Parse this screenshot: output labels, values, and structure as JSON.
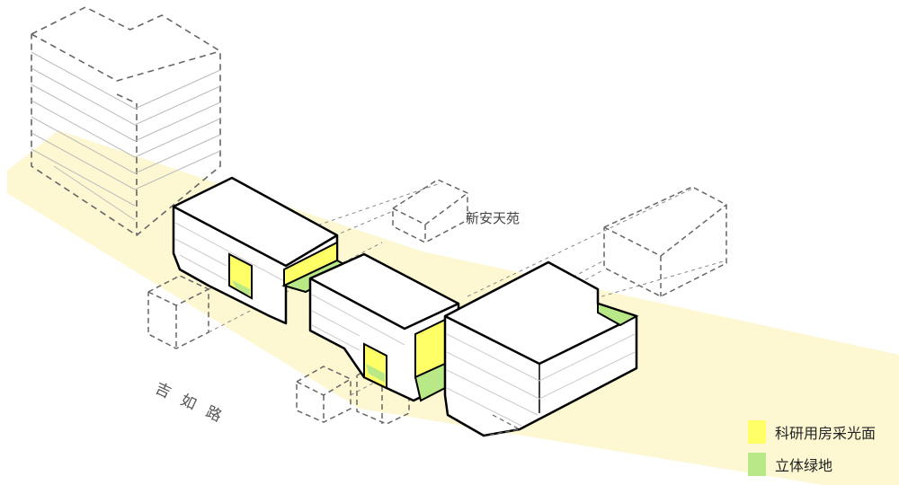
{
  "labels": {
    "road": "吉如路",
    "neighbor_building": "新安天苑"
  },
  "legend": {
    "items": [
      {
        "label": "科研用房采光面",
        "color": "#ffff66"
      },
      {
        "label": "立体绿地",
        "color": "#b8e986"
      }
    ]
  },
  "colors": {
    "road_band": "#fdf8d2",
    "mass_fill": "#ffffff",
    "outline": "#000000",
    "dashed": "#666666"
  }
}
